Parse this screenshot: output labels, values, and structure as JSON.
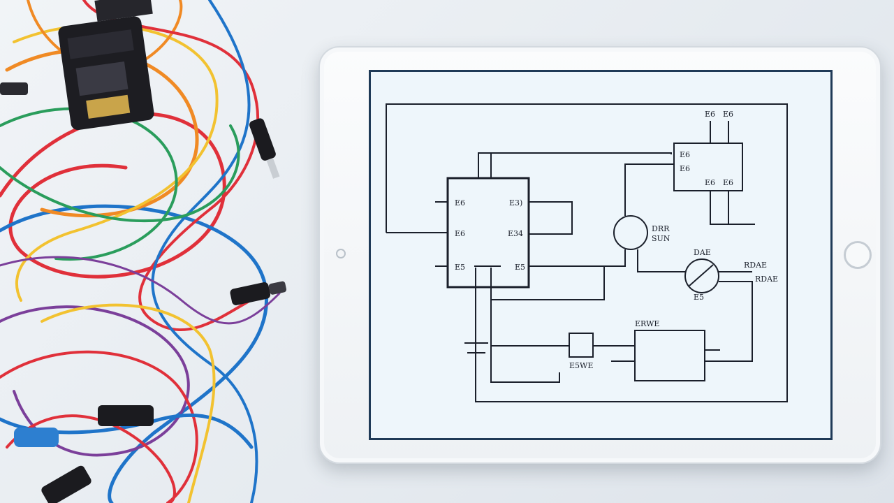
{
  "scene": {
    "description_colors": {
      "background": "#e9eef2",
      "screen": "#eef6fb",
      "schematic_line": "#1a1f2a",
      "cable_red": "#e0303a",
      "cable_blue": "#1f74c9",
      "cable_orange": "#f08a24",
      "cable_yellow": "#f2c230",
      "cable_green": "#2a9d5c",
      "cable_purple": "#7b3f9a"
    }
  },
  "schematic": {
    "ic_labels": {
      "pin_tl": "E6",
      "pin_tr": "E3)",
      "pin_ml": "E6",
      "pin_mr": "E34",
      "pin_bl": "E5",
      "pin_br": "E5"
    },
    "relay": {
      "pin1": "E6",
      "pin2": "E6",
      "top1": "E6",
      "top2": "E6",
      "lower1": "E6",
      "lower2": "E6"
    },
    "motor": {
      "label1": "DRR",
      "label2": "SUN"
    },
    "lamp": {
      "top": "DAE",
      "right1": "RDAE",
      "right2": "RDAE",
      "bottom": "E5"
    },
    "block": {
      "top": "ERWE"
    },
    "resistor": {
      "label": "E5WE"
    }
  }
}
